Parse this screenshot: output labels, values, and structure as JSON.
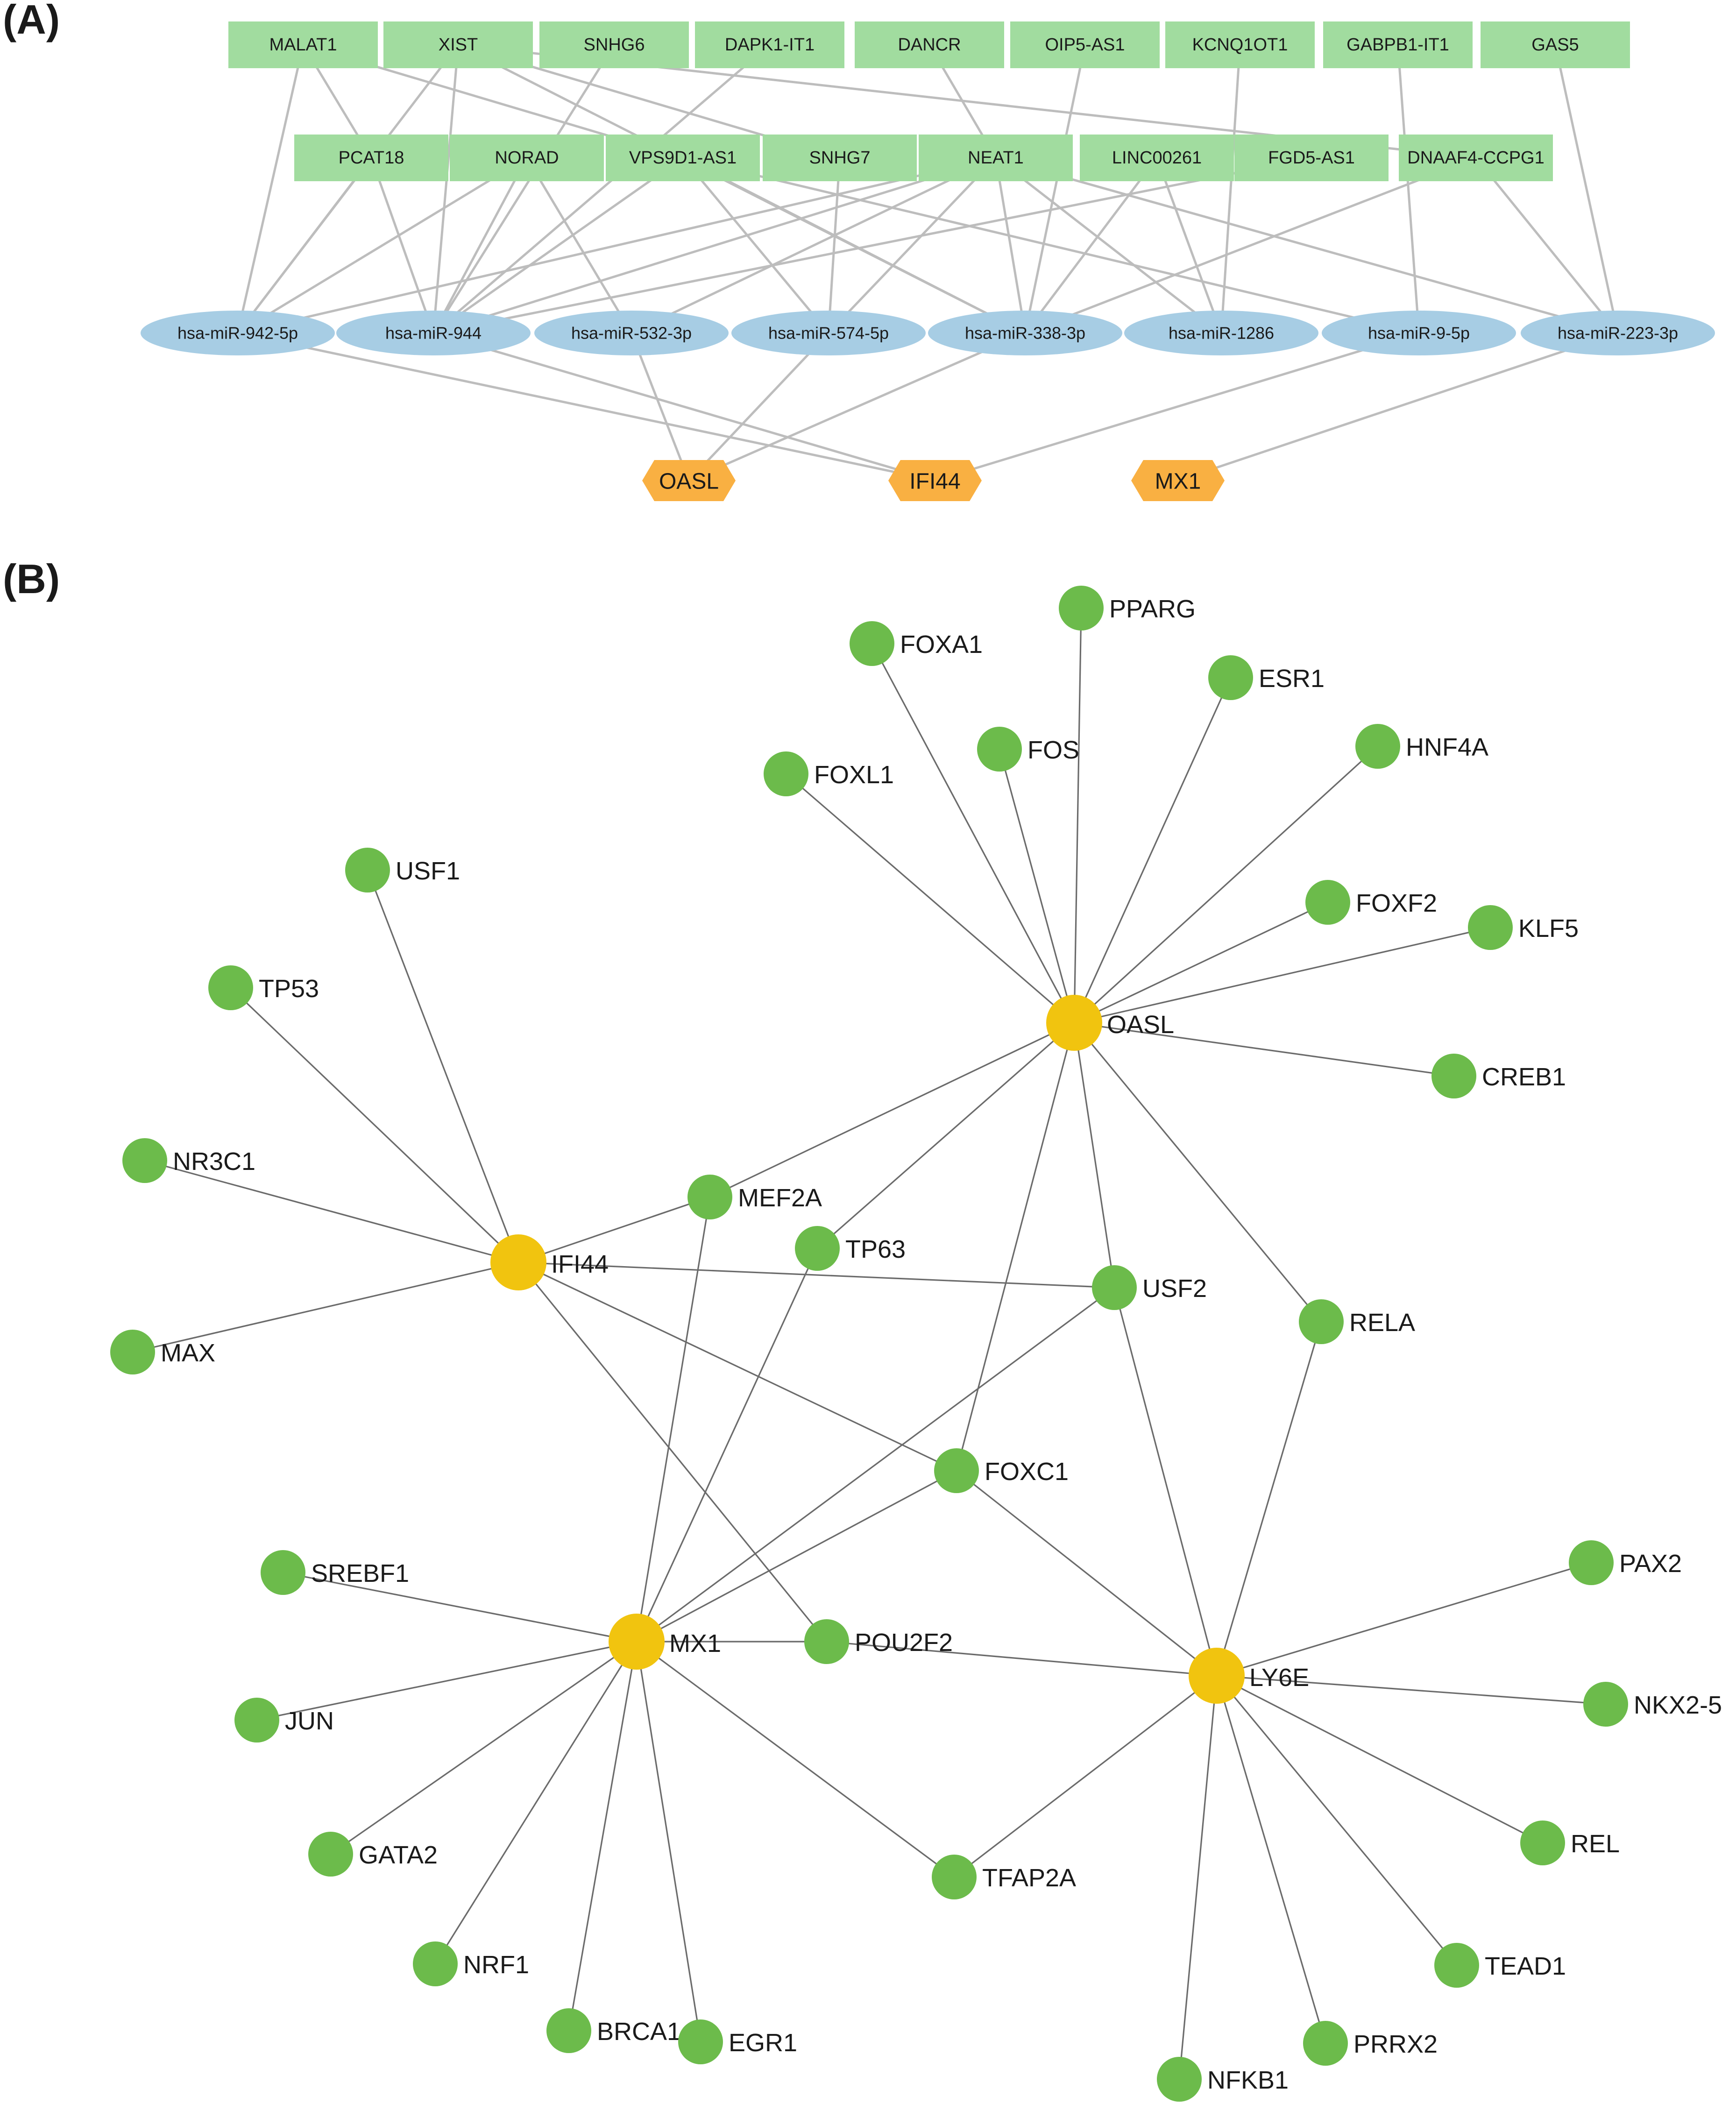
{
  "panel_labels": {
    "a": "(A)",
    "b": "(B)"
  },
  "colors": {
    "lncrna": "#a1dc9f",
    "mirna": "#a7cde4",
    "target_gene": "#f9b042",
    "tf": "#6cbb4b",
    "hub": "#f1c40f",
    "edge_a": "#bdbdbd",
    "edge_b": "#6b6b6b"
  },
  "panel_a": {
    "lncrna_row1": [
      "MALAT1",
      "XIST",
      "SNHG6",
      "DAPK1-IT1",
      "DANCR",
      "OIP5-AS1",
      "KCNQ1OT1",
      "GABPB1-IT1",
      "GAS5"
    ],
    "lncrna_row2": [
      "PCAT18",
      "NORAD",
      "VPS9D1-AS1",
      "SNHG7",
      "NEAT1",
      "LINC00261",
      "FGD5-AS1",
      "DNAAF4-CCPG1"
    ],
    "mirnas": [
      "hsa-miR-942-5p",
      "hsa-miR-944",
      "hsa-miR-532-3p",
      "hsa-miR-574-5p",
      "hsa-miR-338-3p",
      "hsa-miR-1286",
      "hsa-miR-9-5p",
      "hsa-miR-223-3p"
    ],
    "genes": [
      "OASL",
      "IFI44",
      "MX1"
    ],
    "edges": [
      [
        "MALAT1",
        "hsa-miR-942-5p"
      ],
      [
        "MALAT1",
        "PCAT18"
      ],
      [
        "MALAT1",
        "VPS9D1-AS1"
      ],
      [
        "XIST",
        "hsa-miR-942-5p"
      ],
      [
        "XIST",
        "hsa-miR-944"
      ],
      [
        "XIST",
        "SNHG7"
      ],
      [
        "XIST",
        "hsa-miR-338-3p"
      ],
      [
        "XIST",
        "DNAAF4-CCPG1"
      ],
      [
        "SNHG6",
        "hsa-miR-944"
      ],
      [
        "DAPK1-IT1",
        "hsa-miR-944"
      ],
      [
        "DANCR",
        "NEAT1"
      ],
      [
        "OIP5-AS1",
        "hsa-miR-338-3p"
      ],
      [
        "KCNQ1OT1",
        "hsa-miR-1286"
      ],
      [
        "GABPB1-IT1",
        "hsa-miR-9-5p"
      ],
      [
        "GAS5",
        "hsa-miR-223-3p"
      ],
      [
        "PCAT18",
        "hsa-miR-942-5p"
      ],
      [
        "PCAT18",
        "hsa-miR-944"
      ],
      [
        "NORAD",
        "hsa-miR-942-5p"
      ],
      [
        "NORAD",
        "hsa-miR-944"
      ],
      [
        "NORAD",
        "hsa-miR-532-3p"
      ],
      [
        "VPS9D1-AS1",
        "hsa-miR-944"
      ],
      [
        "VPS9D1-AS1",
        "hsa-miR-574-5p"
      ],
      [
        "VPS9D1-AS1",
        "hsa-miR-338-3p"
      ],
      [
        "VPS9D1-AS1",
        "hsa-miR-9-5p"
      ],
      [
        "SNHG7",
        "hsa-miR-574-5p"
      ],
      [
        "NEAT1",
        "hsa-miR-942-5p"
      ],
      [
        "NEAT1",
        "hsa-miR-944"
      ],
      [
        "NEAT1",
        "hsa-miR-532-3p"
      ],
      [
        "NEAT1",
        "hsa-miR-574-5p"
      ],
      [
        "NEAT1",
        "hsa-miR-338-3p"
      ],
      [
        "NEAT1",
        "hsa-miR-1286"
      ],
      [
        "NEAT1",
        "hsa-miR-223-3p"
      ],
      [
        "LINC00261",
        "hsa-miR-338-3p"
      ],
      [
        "LINC00261",
        "hsa-miR-1286"
      ],
      [
        "FGD5-AS1",
        "hsa-miR-944"
      ],
      [
        "DNAAF4-CCPG1",
        "hsa-miR-338-3p"
      ],
      [
        "DNAAF4-CCPG1",
        "hsa-miR-223-3p"
      ],
      [
        "hsa-miR-942-5p",
        "IFI44"
      ],
      [
        "hsa-miR-944",
        "IFI44"
      ],
      [
        "hsa-miR-532-3p",
        "OASL"
      ],
      [
        "hsa-miR-574-5p",
        "OASL"
      ],
      [
        "hsa-miR-338-3p",
        "OASL"
      ],
      [
        "hsa-miR-9-5p",
        "IFI44"
      ],
      [
        "hsa-miR-223-3p",
        "MX1"
      ]
    ]
  },
  "panel_b": {
    "hubs": [
      "OASL",
      "IFI44",
      "MX1",
      "LY6E"
    ],
    "tfs": [
      "PPARG",
      "FOXA1",
      "ESR1",
      "FOS",
      "HNF4A",
      "FOXL1",
      "USF1",
      "FOXF2",
      "KLF5",
      "TP53",
      "CREB1",
      "NR3C1",
      "MEF2A",
      "TP63",
      "USF2",
      "RELA",
      "MAX",
      "FOXC1",
      "PAX2",
      "SREBF1",
      "POU2F2",
      "NKX2-5",
      "JUN",
      "GATA2",
      "REL",
      "TFAP2A",
      "NRF1",
      "TEAD1",
      "BRCA1",
      "EGR1",
      "PRRX2",
      "NFKB1"
    ],
    "edges": [
      [
        "OASL",
        "PPARG"
      ],
      [
        "OASL",
        "FOXA1"
      ],
      [
        "OASL",
        "ESR1"
      ],
      [
        "OASL",
        "FOS"
      ],
      [
        "OASL",
        "HNF4A"
      ],
      [
        "OASL",
        "FOXL1"
      ],
      [
        "OASL",
        "FOXF2"
      ],
      [
        "OASL",
        "KLF5"
      ],
      [
        "OASL",
        "CREB1"
      ],
      [
        "OASL",
        "MEF2A"
      ],
      [
        "OASL",
        "TP63"
      ],
      [
        "OASL",
        "USF2"
      ],
      [
        "OASL",
        "RELA"
      ],
      [
        "OASL",
        "FOXC1"
      ],
      [
        "IFI44",
        "USF1"
      ],
      [
        "IFI44",
        "TP53"
      ],
      [
        "IFI44",
        "NR3C1"
      ],
      [
        "IFI44",
        "MAX"
      ],
      [
        "IFI44",
        "MEF2A"
      ],
      [
        "IFI44",
        "USF2"
      ],
      [
        "IFI44",
        "FOXC1"
      ],
      [
        "IFI44",
        "POU2F2"
      ],
      [
        "MX1",
        "MEF2A"
      ],
      [
        "MX1",
        "TP63"
      ],
      [
        "MX1",
        "USF2"
      ],
      [
        "MX1",
        "FOXC1"
      ],
      [
        "MX1",
        "SREBF1"
      ],
      [
        "MX1",
        "POU2F2"
      ],
      [
        "MX1",
        "JUN"
      ],
      [
        "MX1",
        "GATA2"
      ],
      [
        "MX1",
        "TFAP2A"
      ],
      [
        "MX1",
        "NRF1"
      ],
      [
        "MX1",
        "BRCA1"
      ],
      [
        "MX1",
        "EGR1"
      ],
      [
        "LY6E",
        "USF2"
      ],
      [
        "LY6E",
        "RELA"
      ],
      [
        "LY6E",
        "FOXC1"
      ],
      [
        "LY6E",
        "POU2F2"
      ],
      [
        "LY6E",
        "PAX2"
      ],
      [
        "LY6E",
        "NKX2-5"
      ],
      [
        "LY6E",
        "REL"
      ],
      [
        "LY6E",
        "TFAP2A"
      ],
      [
        "LY6E",
        "TEAD1"
      ],
      [
        "LY6E",
        "PRRX2"
      ],
      [
        "LY6E",
        "NFKB1"
      ]
    ]
  }
}
